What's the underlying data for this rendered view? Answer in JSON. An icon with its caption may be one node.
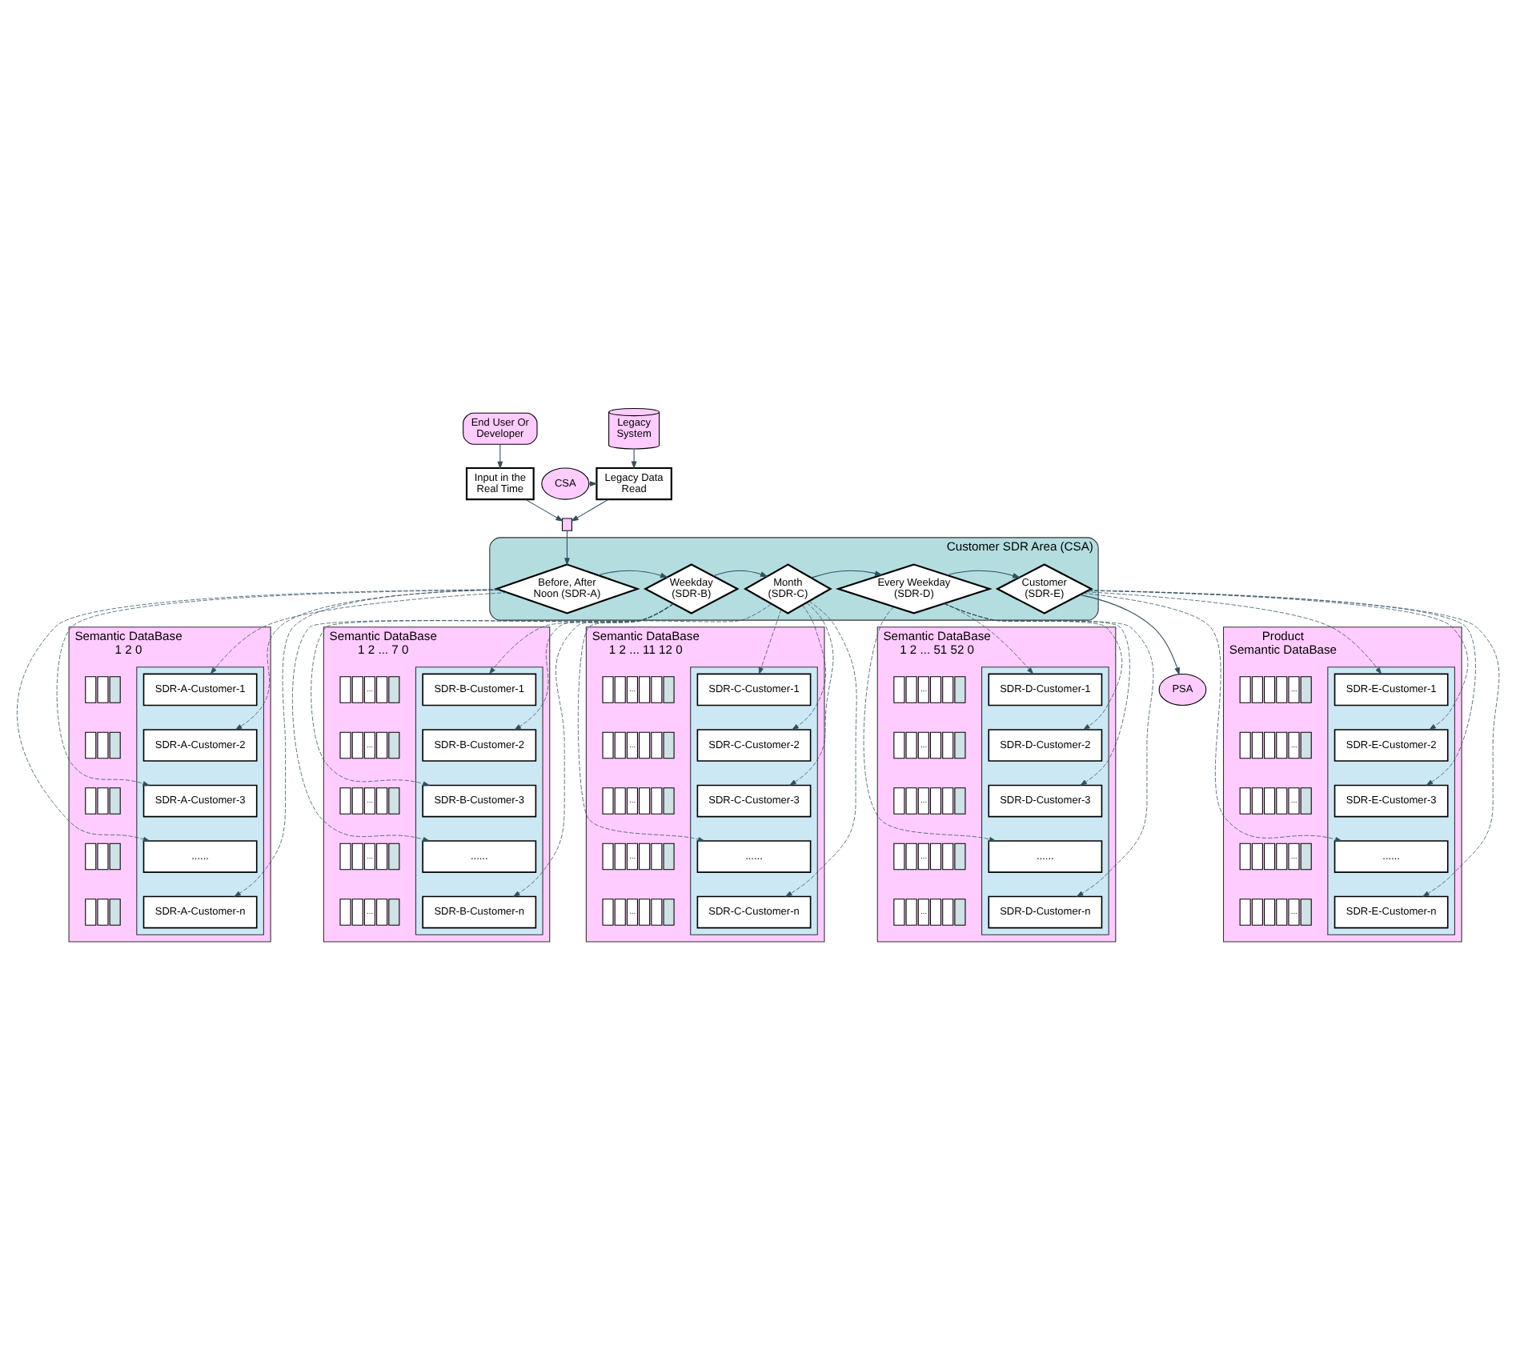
{
  "diagram": {
    "nodes": [
      {
        "text": [
          "Legacy System"
        ]
      },
      {
        "text": [
          "End User Or Developer"
        ]
      },
      {
        "text": [
          "CSA"
        ]
      },
      {
        "text": [
          "Legacy Data Read"
        ]
      },
      {
        "text": [
          "Input in the Real Time"
        ]
      },
      {
        "text": [
          "PSA"
        ]
      },
      {
        "text": [],
        "shape": "box"
      },
      {
        "text": [
          "Customer SDR Area (CSA)"
        ]
      },
      {
        "text": [
          "Before, After Noon (SDR-A)"
        ],
        "in": 7
      },
      {
        "text": [
          "Weekday (SDR-B)"
        ],
        "in": 7
      },
      {
        "text": [
          "Month (SDR-C)"
        ],
        "in": 7
      },
      {
        "text": [
          "Every Weekday (SDR-D)"
        ],
        "in": 7
      },
      {
        "text": [
          "Customer (SDR-E)"
        ],
        "in": 7
      },
      {
        "text": [
          "Semantic DataBase",
          "1 2 0"
        ]
      },
      {
        "text": [],
        "shape": "box",
        "in": 13
      },
      {
        "text": [
          "SDR-A-Customer-1"
        ],
        "in": 14
      },
      {
        "text": [
          "SDR-A-Customer-2"
        ],
        "in": 14
      },
      {
        "text": [
          "SDR-A-Customer-3"
        ],
        "in": 14
      },
      {
        "text": [
          "......"
        ],
        "in": 14
      },
      {
        "text": [
          "SDR-A-Customer-n"
        ],
        "in": 14
      },
      {
        "text": [
          "Semantic DataBase",
          "1 2 ... 7 0"
        ]
      },
      {
        "text": [],
        "shape": "box",
        "in": 20
      },
      {
        "text": [
          "SDR-B-Customer-1"
        ],
        "in": 21
      },
      {
        "text": [
          "SDR-B-Customer-2"
        ],
        "in": 21
      },
      {
        "text": [
          "SDR-B-Customer-3"
        ],
        "in": 21
      },
      {
        "text": [
          "......"
        ],
        "in": 21
      },
      {
        "text": [
          "SDR-B-Customer-n"
        ],
        "in": 21
      },
      {
        "text": [
          "Semantic DataBase",
          "1 2 ... 11 12 0"
        ]
      },
      {
        "text": [],
        "shape": "box",
        "in": 27
      },
      {
        "text": [
          "SDR-C-Customer-1"
        ],
        "in": 28
      },
      {
        "text": [
          "SDR-C-Customer-2"
        ],
        "in": 28
      },
      {
        "text": [
          "SDR-C-Customer-3"
        ],
        "in": 28
      },
      {
        "text": [
          "......"
        ],
        "in": 28
      },
      {
        "text": [
          "SDR-C-Customer-n"
        ],
        "in": 28
      },
      {
        "text": [
          "Semantic DataBase",
          "1 2 ... 51 52 0"
        ]
      },
      {
        "text": [],
        "shape": "box",
        "in": 34
      },
      {
        "text": [
          "SDR-D-Customer-1"
        ],
        "in": 35
      },
      {
        "text": [
          "SDR-D-Customer-2"
        ],
        "in": 35
      },
      {
        "text": [
          "SDR-D-Customer-3"
        ],
        "in": 35
      },
      {
        "text": [
          "......"
        ],
        "in": 35
      },
      {
        "text": [
          "SDR-D-Customer-n"
        ],
        "in": 35
      },
      {
        "text": [
          "Product",
          "Semantic DataBase"
        ]
      },
      {
        "text": [],
        "shape": "box",
        "in": 41
      },
      {
        "text": [
          "SDR-E-Customer-1"
        ],
        "in": 42
      },
      {
        "text": [
          "SDR-E-Customer-2"
        ],
        "in": 42
      },
      {
        "text": [
          "SDR-E-Customer-3"
        ],
        "in": 42
      },
      {
        "text": [
          "......"
        ],
        "in": 42
      },
      {
        "text": [
          "SDR-E-Customer-n"
        ],
        "in": 42
      }
    ],
    "edges": [
      {
        "from": 0,
        "to": 3,
        "arrow": "to"
      },
      {
        "from": 1,
        "to": 4,
        "arrow": "to"
      },
      {
        "from": 2,
        "to": 3,
        "arrow": "to"
      },
      {
        "from": 3,
        "to": 6,
        "arrow": "to"
      },
      {
        "from": 4,
        "to": 6,
        "arrow": "to"
      },
      {
        "from": 6,
        "to": 8,
        "arrow": "to"
      },
      {
        "from": 8,
        "to": 9,
        "arrow": "to"
      },
      {
        "from": 9,
        "to": 10,
        "arrow": "to"
      },
      {
        "from": 10,
        "to": 11,
        "arrow": "to"
      },
      {
        "from": 11,
        "to": 12,
        "arrow": "to"
      },
      {
        "from": 12,
        "to": 5,
        "arrow": "to"
      },
      {
        "from": 8,
        "to": 15,
        "arrow": "to",
        "style": "dashed"
      },
      {
        "from": 8,
        "to": 16,
        "arrow": "to",
        "style": "dashed"
      },
      {
        "from": 8,
        "to": 17,
        "arrow": "to",
        "style": "dashed"
      },
      {
        "from": 8,
        "to": 18,
        "arrow": "to",
        "style": "dashed"
      },
      {
        "from": 8,
        "to": 19,
        "arrow": "to",
        "style": "dashed"
      },
      {
        "from": 9,
        "to": 22,
        "arrow": "to",
        "style": "dashed"
      },
      {
        "from": 9,
        "to": 23,
        "arrow": "to",
        "style": "dashed"
      },
      {
        "from": 9,
        "to": 24,
        "arrow": "to",
        "style": "dashed"
      },
      {
        "from": 9,
        "to": 25,
        "arrow": "to",
        "style": "dashed"
      },
      {
        "from": 9,
        "to": 26,
        "arrow": "to",
        "style": "dashed"
      },
      {
        "from": 10,
        "to": 29,
        "arrow": "to",
        "style": "dashed"
      },
      {
        "from": 10,
        "to": 30,
        "arrow": "to",
        "style": "dashed"
      },
      {
        "from": 10,
        "to": 31,
        "arrow": "to",
        "style": "dashed"
      },
      {
        "from": 10,
        "to": 32,
        "arrow": "to",
        "style": "dashed"
      },
      {
        "from": 10,
        "to": 33,
        "arrow": "to",
        "style": "dashed"
      },
      {
        "from": 11,
        "to": 36,
        "arrow": "to",
        "style": "dashed"
      },
      {
        "from": 11,
        "to": 37,
        "arrow": "to",
        "style": "dashed"
      },
      {
        "from": 11,
        "to": 38,
        "arrow": "to",
        "style": "dashed"
      },
      {
        "from": 11,
        "to": 39,
        "arrow": "to",
        "style": "dashed"
      },
      {
        "from": 11,
        "to": 40,
        "arrow": "to",
        "style": "dashed"
      },
      {
        "from": 12,
        "to": 43,
        "arrow": "to",
        "style": "dashed"
      },
      {
        "from": 12,
        "to": 44,
        "arrow": "to",
        "style": "dashed"
      },
      {
        "from": 12,
        "to": 45,
        "arrow": "to",
        "style": "dashed"
      },
      {
        "from": 12,
        "to": 46,
        "arrow": "to",
        "style": "dashed"
      },
      {
        "from": 12,
        "to": 47,
        "arrow": "to",
        "style": "dashed"
      }
    ],
    "labels": [
      "...",
      "...",
      "...",
      "...",
      "...",
      "...",
      "...",
      "...",
      "...",
      "...",
      "...",
      "...",
      "...",
      "...",
      "...",
      "...",
      "...",
      "...",
      "...",
      "..."
    ]
  }
}
